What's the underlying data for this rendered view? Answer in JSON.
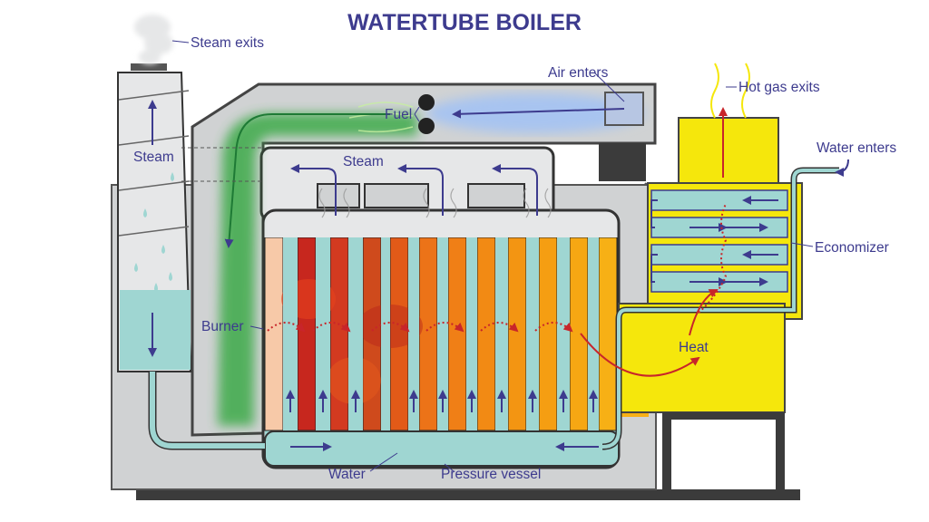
{
  "title": "WATERTUBE BOILER",
  "labels": {
    "steam_exits": "Steam exits",
    "steam_left": "Steam",
    "steam_top": "Steam",
    "air_enters": "Air enters",
    "fuel": "Fuel",
    "hot_gas_exits": "Hot gas exits",
    "water_enters": "Water enters",
    "economizer": "Economizer",
    "burner": "Burner",
    "heat": "Heat",
    "water": "Water",
    "pressure_vessel": "Pressure vessel"
  },
  "colors": {
    "label": "#3d3b8e",
    "water": "#9fd6d2",
    "casing": "#d0d2d3",
    "flame": "#3daa48",
    "economizer": "#f5e70c",
    "heat_arrow": "#c8252a",
    "air": "#a8c4f0"
  },
  "icons": [
    "steam-plume-icon",
    "fuel-nozzle-icon",
    "water-droplet-icon",
    "flow-arrow-icon",
    "heat-arrow-icon"
  ]
}
